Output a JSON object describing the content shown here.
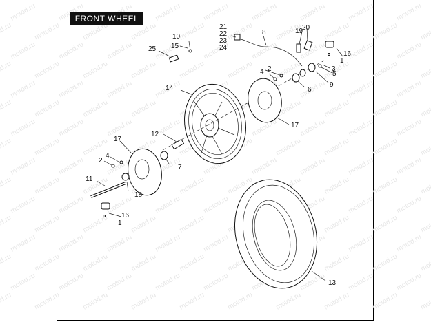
{
  "title": "FRONT WHEEL",
  "watermark": "motod.ru",
  "colors": {
    "ink": "#111111",
    "paper": "#ffffff",
    "watermark": "#e6e6e6"
  },
  "part_numbers": {
    "p1a": "1",
    "p1b": "1",
    "p2a": "2",
    "p2b": "2",
    "p3": "3",
    "p4a": "4",
    "p4b": "4",
    "p5": "5",
    "p6": "6",
    "p7": "7",
    "p8": "8",
    "p9": "9",
    "p10": "10",
    "p11": "11",
    "p12": "12",
    "p13": "13",
    "p14": "14",
    "p15": "15",
    "p16a": "16",
    "p16b": "16",
    "p17a": "17",
    "p17b": "17",
    "p18": "18",
    "p19": "19",
    "p20": "20",
    "p21": "21",
    "p22": "22",
    "p23": "23",
    "p24": "24",
    "p25": "25"
  }
}
